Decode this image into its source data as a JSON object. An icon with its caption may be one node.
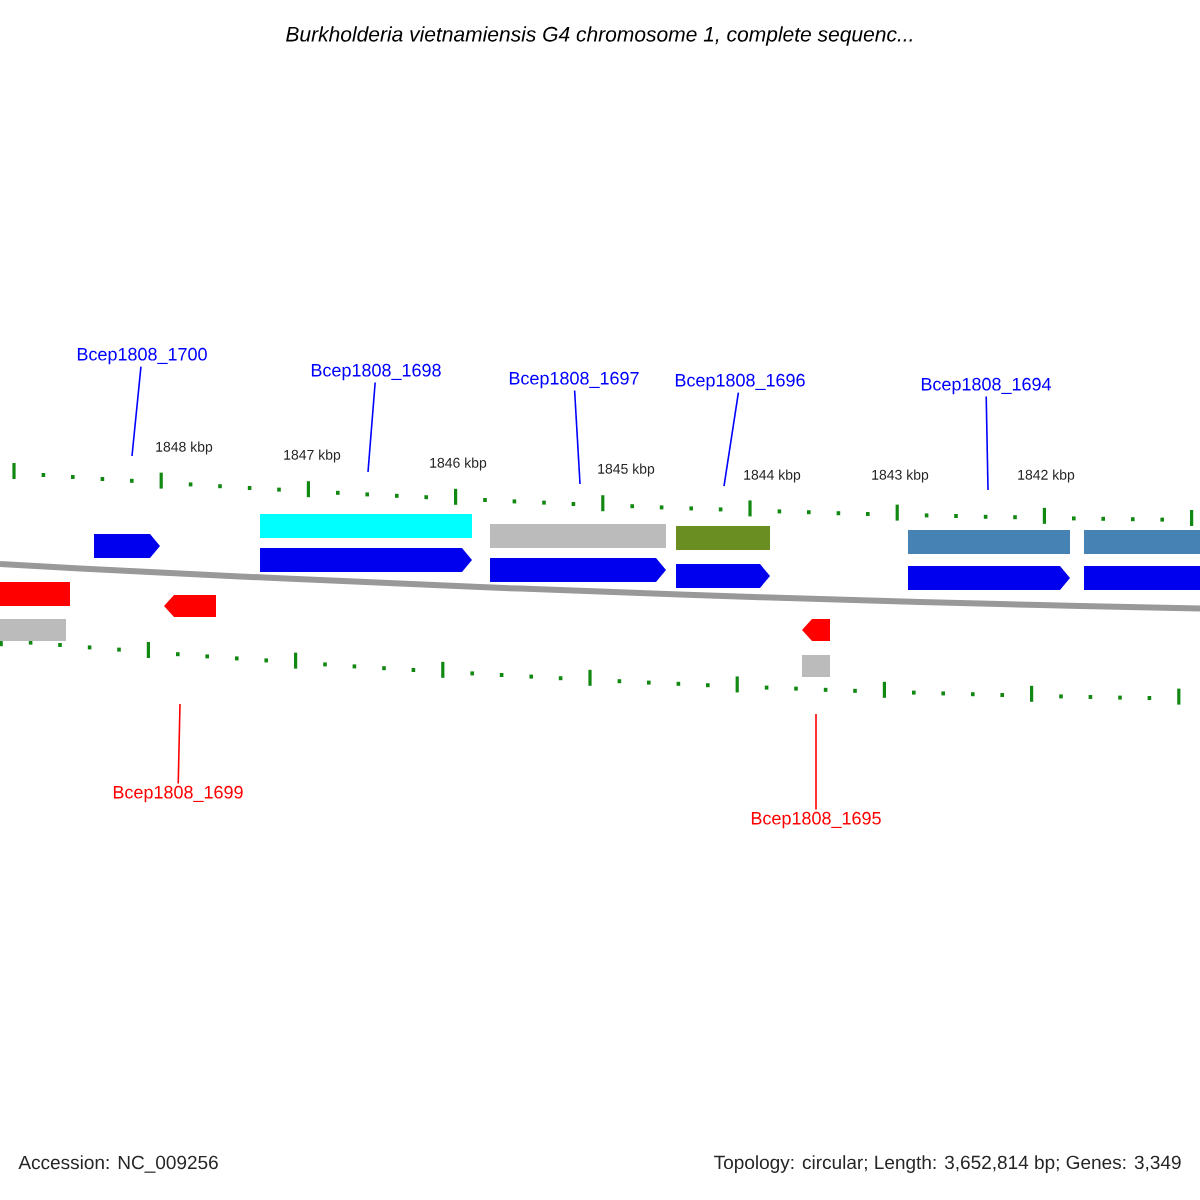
{
  "diagram": {
    "title": "Burkholderia vietnamiensis G4 chromosome 1, complete sequenc...",
    "nodes": [
      {
        "text": [
          "Bcep1808_1700"
        ]
      },
      {
        "text": [
          "Bcep1808_1698"
        ]
      },
      {
        "text": [
          "Bcep1808_1697"
        ]
      },
      {
        "text": [
          "Bcep1808_1696"
        ]
      },
      {
        "text": [
          "Bcep1808_1694"
        ]
      },
      {
        "text": [
          "Bcep1808_1699"
        ]
      },
      {
        "text": [
          "Bcep1808_1695"
        ]
      }
    ],
    "edges": [
      {
        "from": 0,
        "to": null,
        "arrow": "none"
      },
      {
        "from": 1,
        "to": null,
        "arrow": "none"
      },
      {
        "from": 2,
        "to": null,
        "arrow": "none"
      },
      {
        "from": 3,
        "to": null,
        "arrow": "none"
      },
      {
        "from": 4,
        "to": null,
        "arrow": "none"
      },
      {
        "from": 5,
        "to": null,
        "arrow": "none",
        "color": "#ff0000"
      },
      {
        "from": 6,
        "to": null,
        "arrow": "none",
        "color": "#ff0000"
      }
    ],
    "labels": [
      "1848 kbp",
      "1847 kbp",
      "1846 kbp",
      "1845 kbp",
      "1844 kbp",
      "1843 kbp",
      "1842 kbp",
      "Accession: NC_009256",
      "Topology: circular; Length: 3,652,814 bp; Genes: 3,349"
    ]
  }
}
